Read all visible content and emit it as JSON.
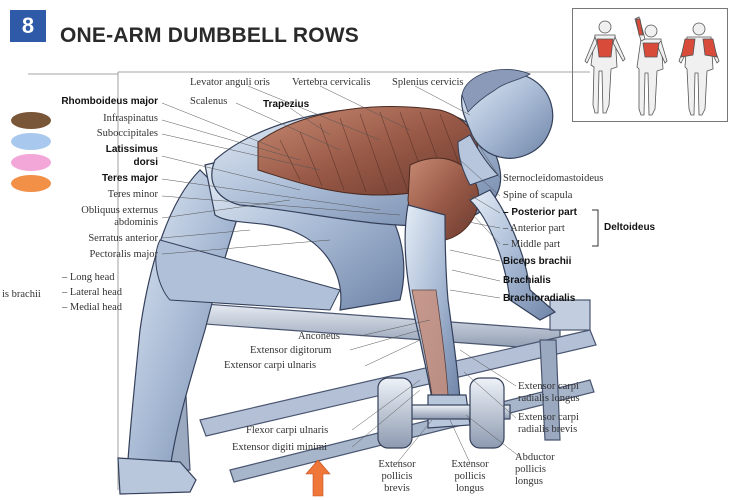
{
  "header": {
    "number": "8",
    "title": "ONE-ARM DUMBBELL ROWS"
  },
  "legend": {
    "swatch_colors": [
      "#7a5638",
      "#a8c8ee",
      "#f3a6d8",
      "#f39048"
    ]
  },
  "labels": {
    "levator_anguli_oris": "Levator anguli oris",
    "vertebra_cervicalis": "Vertebra cervicalis",
    "splenius_cervicis": "Splenius cervicis",
    "scalenus": "Scalenus",
    "trapezius": "Trapezius",
    "rhomboideus_major": "Rhomboideus major",
    "infraspinatus": "Infraspinatus",
    "suboccipitales": "Suboccipitales",
    "latissimus_dorsi_1": "Latissimus",
    "latissimus_dorsi_2": "dorsi",
    "teres_major": "Teres major",
    "teres_minor": "Teres minor",
    "obliquus_1": "Obliquus externus",
    "obliquus_2": "abdominis",
    "serratus_anterior": "Serratus anterior",
    "pectoralis_major": "Pectoralis major",
    "long_head": "– Long head",
    "lateral_head": "– Lateral head",
    "medial_head": "– Medial head",
    "triceps_brachii": "is brachii",
    "sternocleidomastoideus": "Sternocleidomastoideus",
    "spine_of_scapula": "Spine of scapula",
    "posterior_part": "– Posterior part",
    "anterior_part": "– Anterior part",
    "middle_part": "– Middle part",
    "deltoideus": "Deltoideus",
    "biceps_brachii": "Biceps brachii",
    "brachialis": "Brachialis",
    "brachioradialis": "Brachioradialis",
    "anconeus": "Anconeus",
    "extensor_digitorum": "Extensor digitorum",
    "extensor_carpi_ulnaris": "Extensor carpi ulnaris",
    "ecr_longus_1": "Extensor carpi",
    "ecr_longus_2": "radialis longus",
    "ecr_brevis_1": "Extensor carpi",
    "ecr_brevis_2": "radialis brevis",
    "flexor_carpi_ulnaris": "Flexor carpi ulnaris",
    "extensor_digiti_minimi": "Extensor digiti minimi",
    "epb_1": "Extensor",
    "epb_2": "pollicis",
    "epb_3": "brevis",
    "epl_1": "Extensor",
    "epl_2": "pollicis",
    "epl_3": "longus",
    "apl_1": "Abductor",
    "apl_2": "pollicis",
    "apl_3": "longus"
  }
}
